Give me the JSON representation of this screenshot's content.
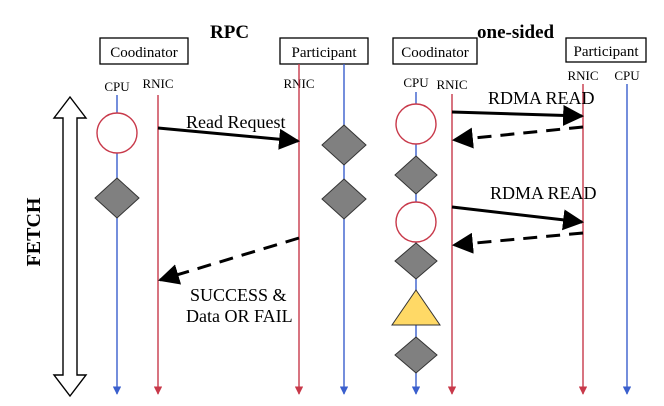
{
  "headers": {
    "left": "RPC",
    "right": "one-sided"
  },
  "side_label": "FETCH",
  "boxes": {
    "rpc_coordinator": "Coodinator",
    "rpc_participant": "Participant",
    "os_coordinator": "Coodinator",
    "os_participant": "Participant"
  },
  "lanes": {
    "rpc_cpu": "CPU",
    "rpc_rnic": "RNIC",
    "rpc_part_rnic": "RNIC",
    "os_cpu": "CPU",
    "os_rnic": "RNIC",
    "os_part_rnic": "RNIC",
    "os_part_cpu": "CPU"
  },
  "messages": {
    "read_request": "Read Request",
    "success_line1": "SUCCESS &",
    "success_line2": "Data OR FAIL",
    "rdma_read_1": "RDMA READ",
    "rdma_read_2": "RDMA READ"
  },
  "colors": {
    "cpu_line": "#3a5fcd",
    "rnic_line": "#c8394a",
    "circle_stroke": "#c8394a",
    "diamond_fill": "#808080",
    "triangle_fill": "#ffd966"
  }
}
